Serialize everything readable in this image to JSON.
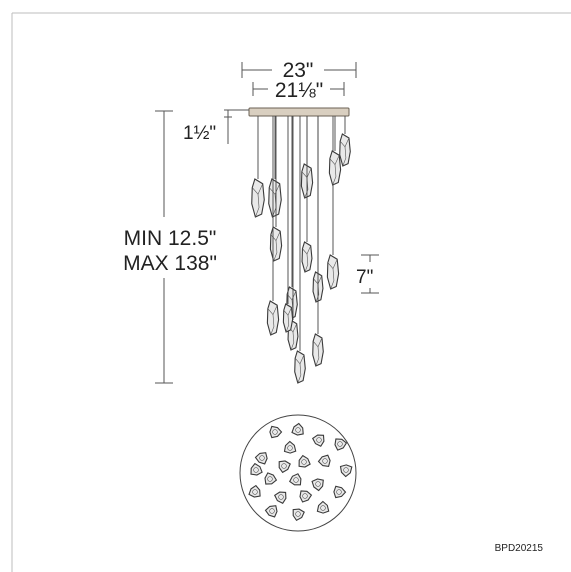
{
  "dimensions": {
    "overall_width": "23\"",
    "canopy_width": "21⅛\"",
    "canopy_height": "1½\"",
    "height_min": "MIN 12.5\"",
    "height_max": "MAX 138\"",
    "crystal_height": "7\""
  },
  "model_number": "BPD20215",
  "colors": {
    "line": "#555555",
    "text": "#222222",
    "canopy": "#d9cfc0",
    "crystal_fill": "#e9e9e9",
    "crystal_stroke": "#3a3a3a"
  }
}
